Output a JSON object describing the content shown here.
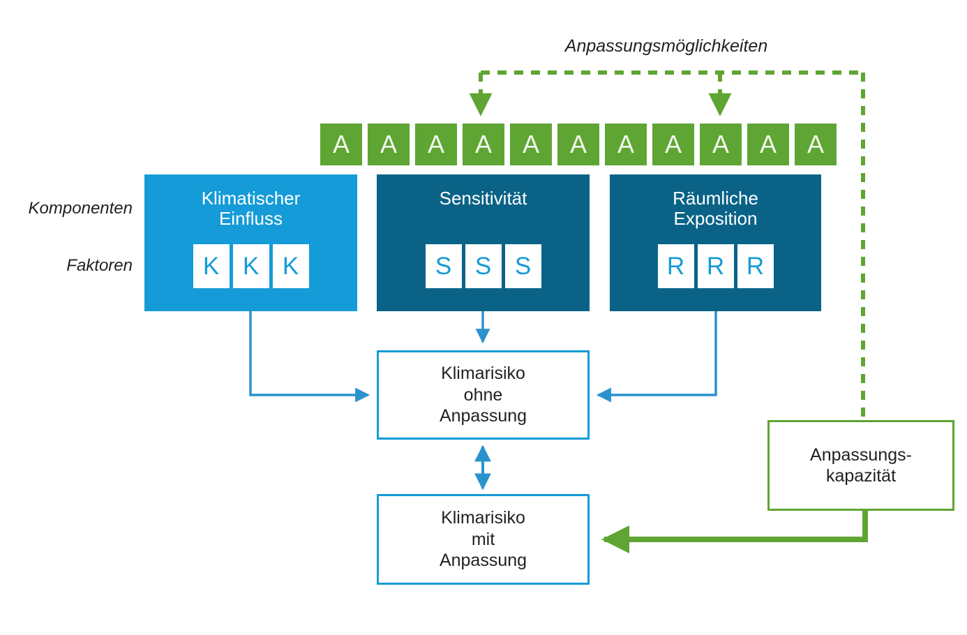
{
  "diagram": {
    "title_adaptation": "Anpassungsmöglichkeiten",
    "row_labels": {
      "components": "Komponenten",
      "factors": "Faktoren"
    },
    "adaptation_chips": [
      {
        "label": "A"
      },
      {
        "label": "A"
      },
      {
        "label": "A"
      },
      {
        "label": "A"
      },
      {
        "label": "A"
      },
      {
        "label": "A"
      },
      {
        "label": "A"
      },
      {
        "label": "A"
      },
      {
        "label": "A"
      },
      {
        "label": "A"
      },
      {
        "label": "A"
      }
    ],
    "components": [
      {
        "id": "climatic-influence",
        "title": "Klimatischer\nEinfluss",
        "color": "#159bd7",
        "factors": [
          "K",
          "K",
          "K"
        ]
      },
      {
        "id": "sensitivity",
        "title": "Sensitivität",
        "color": "#0a6387",
        "factors": [
          "S",
          "S",
          "S"
        ]
      },
      {
        "id": "spatial-exposure",
        "title": "Räumliche\nExposition",
        "color": "#0a6387",
        "factors": [
          "R",
          "R",
          "R"
        ]
      }
    ],
    "outcomes": {
      "risk_without_adaptation": "Klimarisiko\nohne\nAnpassung",
      "risk_with_adaptation": "Klimarisiko\nmit\nAnpassung",
      "adaptive_capacity": "Anpassungs-\nkapazität"
    },
    "colors": {
      "light_blue": "#159bd7",
      "dark_teal": "#0a6387",
      "green": "#5fa533",
      "text": "#231f20",
      "white": "#ffffff"
    }
  }
}
